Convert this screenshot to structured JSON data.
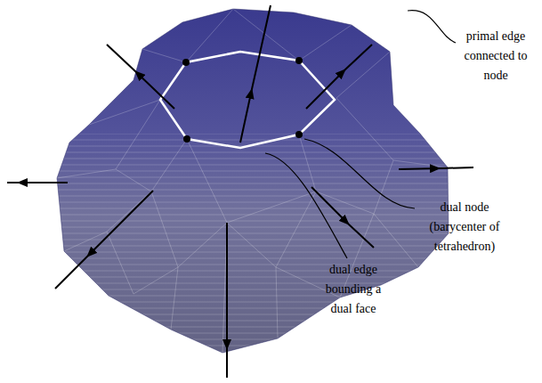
{
  "diagram": {
    "labels": [
      "primal edge connected to node",
      "dual node (barycenter of tetrahedron)",
      "dual edge bounding a dual face"
    ]
  }
}
